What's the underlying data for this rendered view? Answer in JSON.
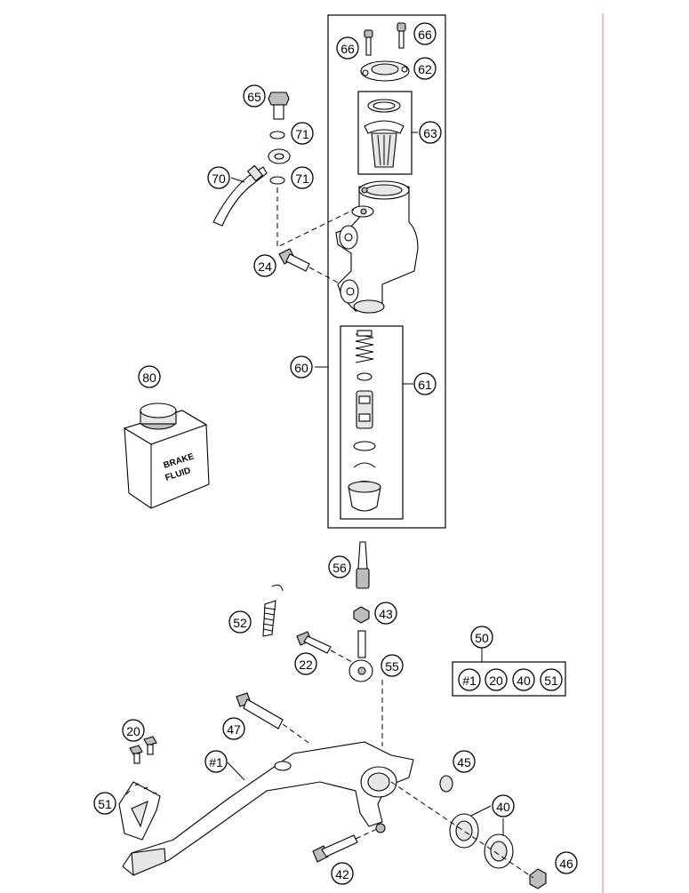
{
  "diagram": {
    "callouts": [
      {
        "id": "66a",
        "label": "66"
      },
      {
        "id": "66b",
        "label": "66"
      },
      {
        "id": "62",
        "label": "62"
      },
      {
        "id": "65",
        "label": "65"
      },
      {
        "id": "63",
        "label": "63"
      },
      {
        "id": "71a",
        "label": "71"
      },
      {
        "id": "70",
        "label": "70"
      },
      {
        "id": "71b",
        "label": "71"
      },
      {
        "id": "24",
        "label": "24"
      },
      {
        "id": "60",
        "label": "60"
      },
      {
        "id": "61",
        "label": "61"
      },
      {
        "id": "80",
        "label": "80"
      },
      {
        "id": "56",
        "label": "56"
      },
      {
        "id": "43",
        "label": "43"
      },
      {
        "id": "52",
        "label": "52"
      },
      {
        "id": "50",
        "label": "50"
      },
      {
        "id": "22",
        "label": "22"
      },
      {
        "id": "55",
        "label": "55"
      },
      {
        "id": "k1",
        "label": "#1"
      },
      {
        "id": "k20",
        "label": "20"
      },
      {
        "id": "k40",
        "label": "40"
      },
      {
        "id": "k51",
        "label": "51"
      },
      {
        "id": "20",
        "label": "20"
      },
      {
        "id": "47",
        "label": "47"
      },
      {
        "id": "45",
        "label": "45"
      },
      {
        "id": "h1",
        "label": "#1"
      },
      {
        "id": "40",
        "label": "40"
      },
      {
        "id": "51",
        "label": "51"
      },
      {
        "id": "42",
        "label": "42"
      },
      {
        "id": "46",
        "label": "46"
      }
    ],
    "bottle_label_line1": "BRAKE",
    "bottle_label_line2": "FLUID"
  }
}
